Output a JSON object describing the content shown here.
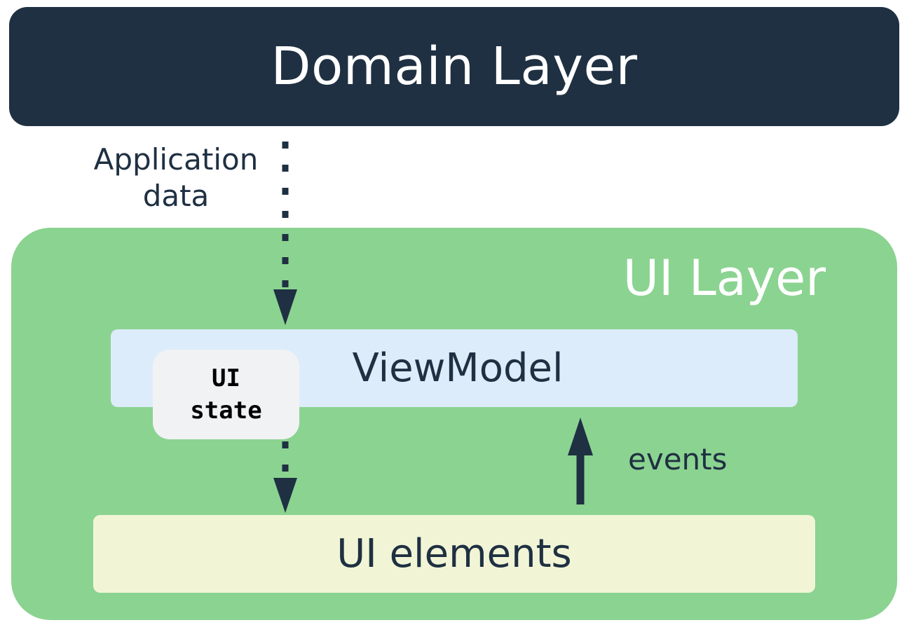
{
  "colors": {
    "domain_bg": "#1f3042",
    "domain_text": "#ffffff",
    "ink": "#1f3042",
    "ui_layer_bg": "#8bd391",
    "ui_layer_text": "#ffffff",
    "viewmodel_bg": "#ddecfb",
    "ui_state_bg": "#f1f2f4",
    "ui_elements_bg": "#f1f5d6"
  },
  "domain_layer": {
    "title": "Domain Layer"
  },
  "application_data": {
    "label": "Application data"
  },
  "ui_layer": {
    "title": "UI Layer",
    "viewmodel_label": "ViewModel",
    "ui_state_label": "UI\nstate",
    "ui_elements_label": "UI elements",
    "events_label": "events"
  }
}
